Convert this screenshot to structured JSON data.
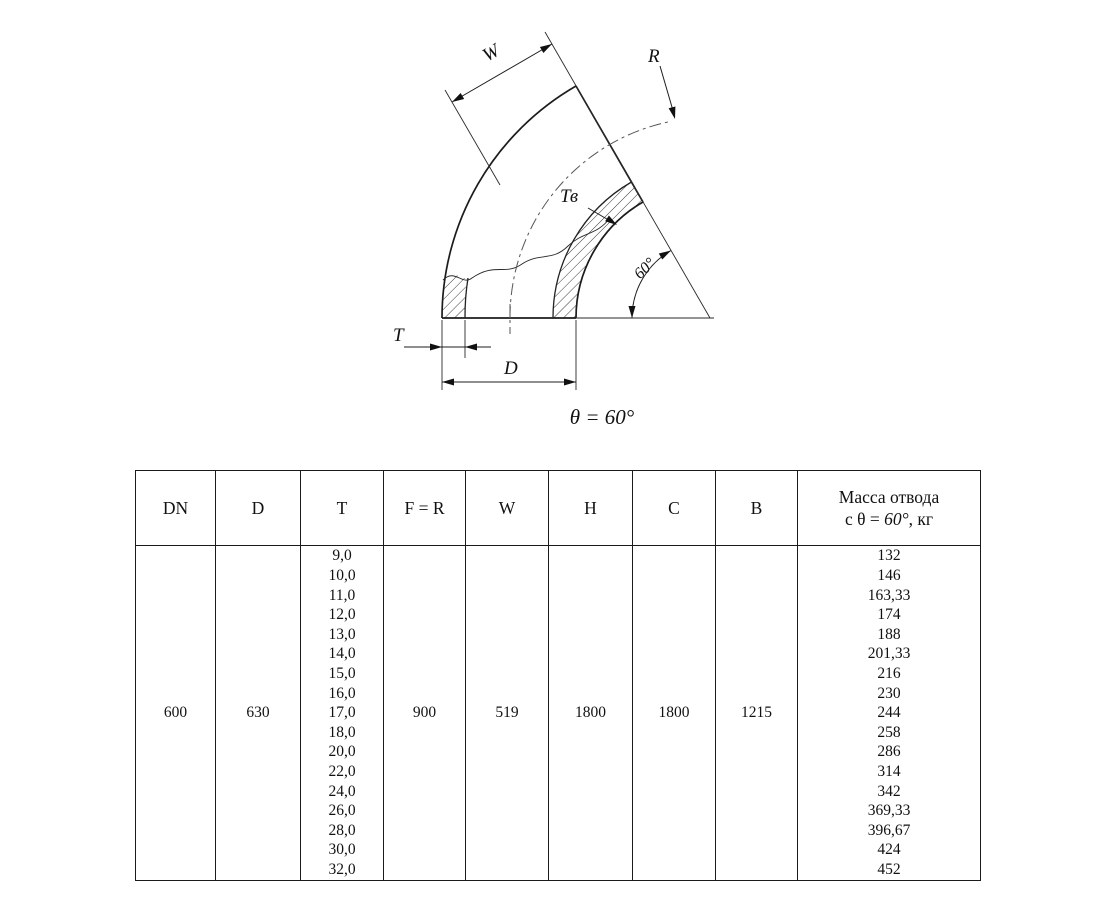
{
  "drawing": {
    "caption": "θ = 60°",
    "labels": {
      "w": "W",
      "r": "R",
      "t_inner": "Тв",
      "bend_angle": "60°",
      "t": "T",
      "d": "D"
    }
  },
  "table": {
    "headers": [
      "DN",
      "D",
      "T",
      "F = R",
      "W",
      "H",
      "C",
      "B"
    ],
    "mass_header": {
      "line1": "Масса отвода",
      "prefix": "с θ = ",
      "angle": "60°",
      "suffix": ", кг"
    },
    "row": {
      "dn": "600",
      "d": "630",
      "t_values": [
        "9,0",
        "10,0",
        "11,0",
        "12,0",
        "13,0",
        "14,0",
        "15,0",
        "16,0",
        "17,0",
        "18,0",
        "20,0",
        "22,0",
        "24,0",
        "26,0",
        "28,0",
        "30,0",
        "32,0"
      ],
      "f_r": "900",
      "w": "519",
      "h": "1800",
      "c": "1800",
      "b": "1215",
      "mass_values": [
        "132",
        "146",
        "163,33",
        "174",
        "188",
        "201,33",
        "216",
        "230",
        "244",
        "258",
        "286",
        "314",
        "342",
        "369,33",
        "396,67",
        "424",
        "452"
      ]
    }
  }
}
